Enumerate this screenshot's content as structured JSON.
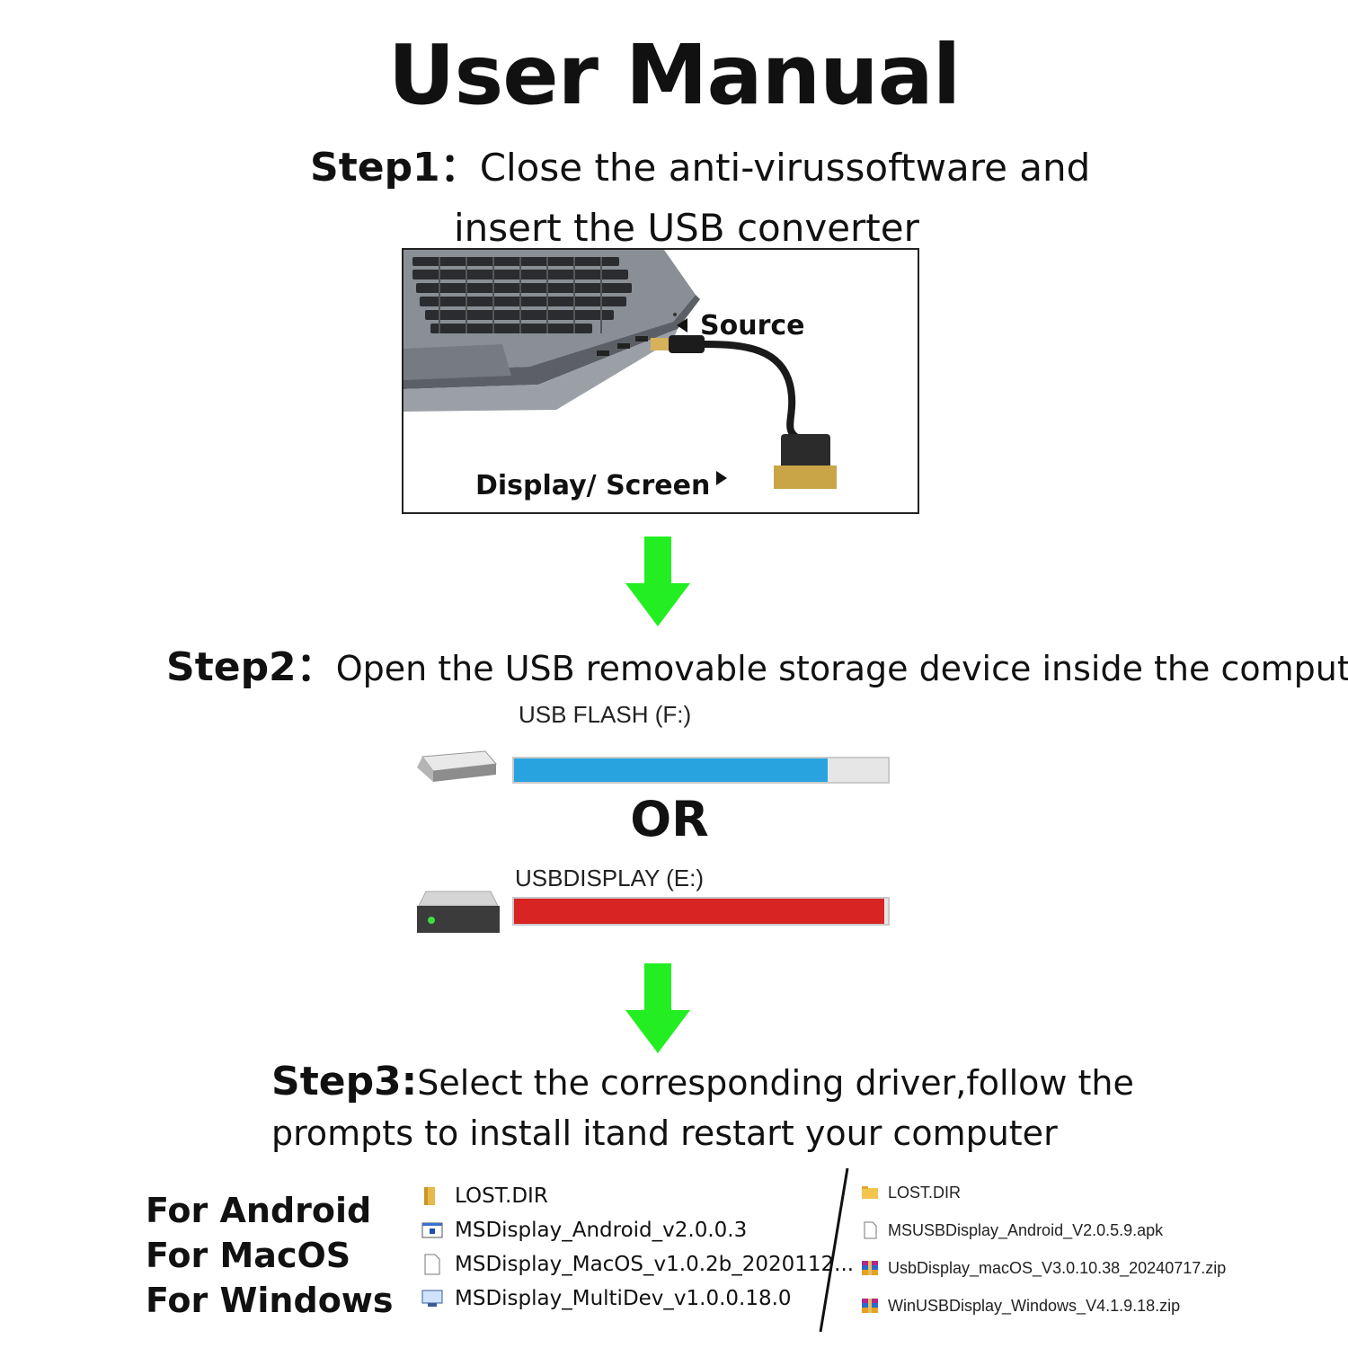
{
  "title": "User Manual",
  "step1": {
    "label": "Step1：",
    "line1": "Close the anti-virussoftware and",
    "line2": "insert the USB converter",
    "image": {
      "source_label": "Source",
      "display_label": "Display/ Screen"
    }
  },
  "step2": {
    "label": "Step2：",
    "text": "Open the USB removable storage device inside the computer",
    "drive1": {
      "label": "USB FLASH (F:)",
      "fill_fraction": 0.84,
      "color": "#29a3e0"
    },
    "or_text": "OR",
    "drive2": {
      "label": "USBDISPLAY (E:)",
      "fill_fraction": 0.99,
      "color": "#d92424"
    }
  },
  "step3": {
    "label": "Step3:",
    "line1": "Select the corresponding driver,follow the",
    "line2": "prompts to install itand restart your computer"
  },
  "os_list": [
    "For Android",
    "For MacOS",
    "For Windows"
  ],
  "files_left": [
    {
      "name": "LOST.DIR",
      "icon": "folder-icon"
    },
    {
      "name": "MSDisplay_Android_v2.0.0.3",
      "icon": "app-window-icon"
    },
    {
      "name": "MSDisplay_MacOS_v1.0.2b_2020112...",
      "icon": "blank-file-icon"
    },
    {
      "name": "MSDisplay_MultiDev_v1.0.0.18.0",
      "icon": "installer-icon"
    }
  ],
  "files_right": [
    {
      "name": "LOST.DIR",
      "icon": "folder-icon"
    },
    {
      "name": "MSUSBDisplay_Android_V2.0.5.9.apk",
      "icon": "blank-file-icon"
    },
    {
      "name": "UsbDisplay_macOS_V3.0.10.38_20240717.zip",
      "icon": "archive-icon"
    },
    {
      "name": "WinUSBDisplay_Windows_V4.1.9.18.zip",
      "icon": "archive-icon"
    }
  ],
  "colors": {
    "arrow": "#22ee22"
  }
}
